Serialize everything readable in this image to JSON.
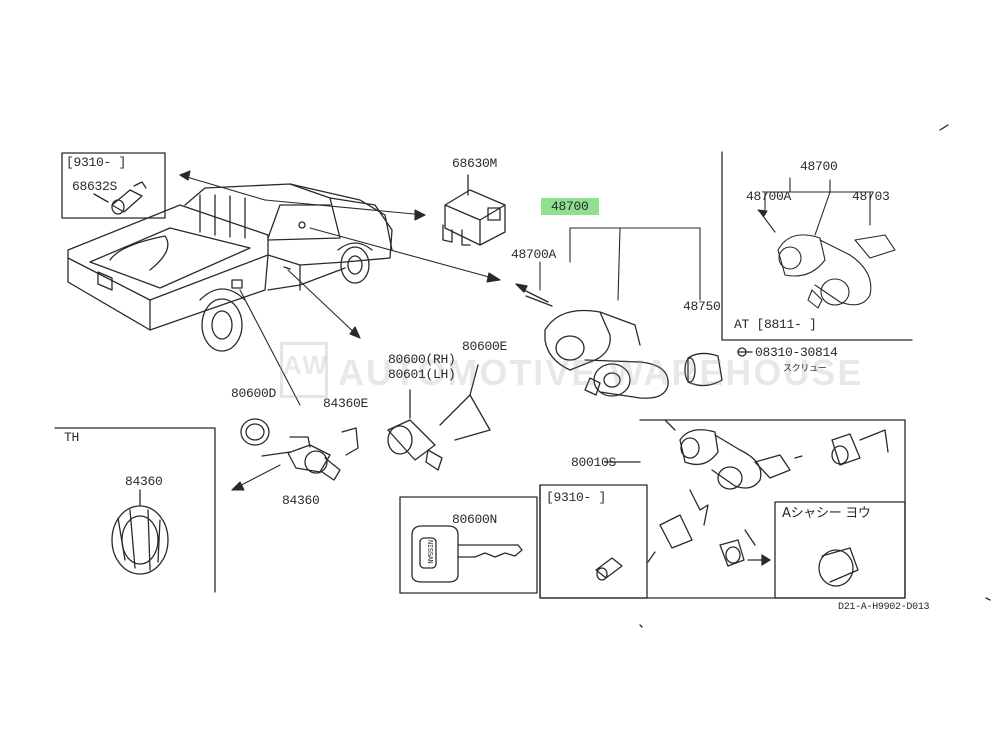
{
  "watermark": {
    "logo": "AW",
    "text": "AUTOMOTIVE WAREHOUSE"
  },
  "labels": {
    "c9310_a": "[9310-        ]",
    "p68632S": "68632S",
    "p68630M": "68630M",
    "p48700_main": "48700",
    "p48700A_main": "48700A",
    "p48750": "48750",
    "p08310": "08310-30814",
    "screw_jp": "スクリュー",
    "p48700_at": "48700",
    "p48700A_at": "48700A",
    "p48703": "48703",
    "at_code": "AT [8811-      ]",
    "p80600D": "80600D",
    "p84360E": "84360E",
    "p84360_mid": "84360",
    "p80600RH": "80600(RH)",
    "p80601LH": "80601(LH)",
    "p80600E": "80600E",
    "th": "TH",
    "p84360_th": "84360",
    "p80010S": "80010S",
    "p80600N": "80600N",
    "c9310_b": "[9310-      ]",
    "a_chassis": "Aシャシー ヨウ",
    "diagram_code": "D21-A-H9902-D013",
    "key_brand": "NISSAN"
  },
  "colors": {
    "highlight": "#8fe08f",
    "line": "#2a2a2a"
  }
}
